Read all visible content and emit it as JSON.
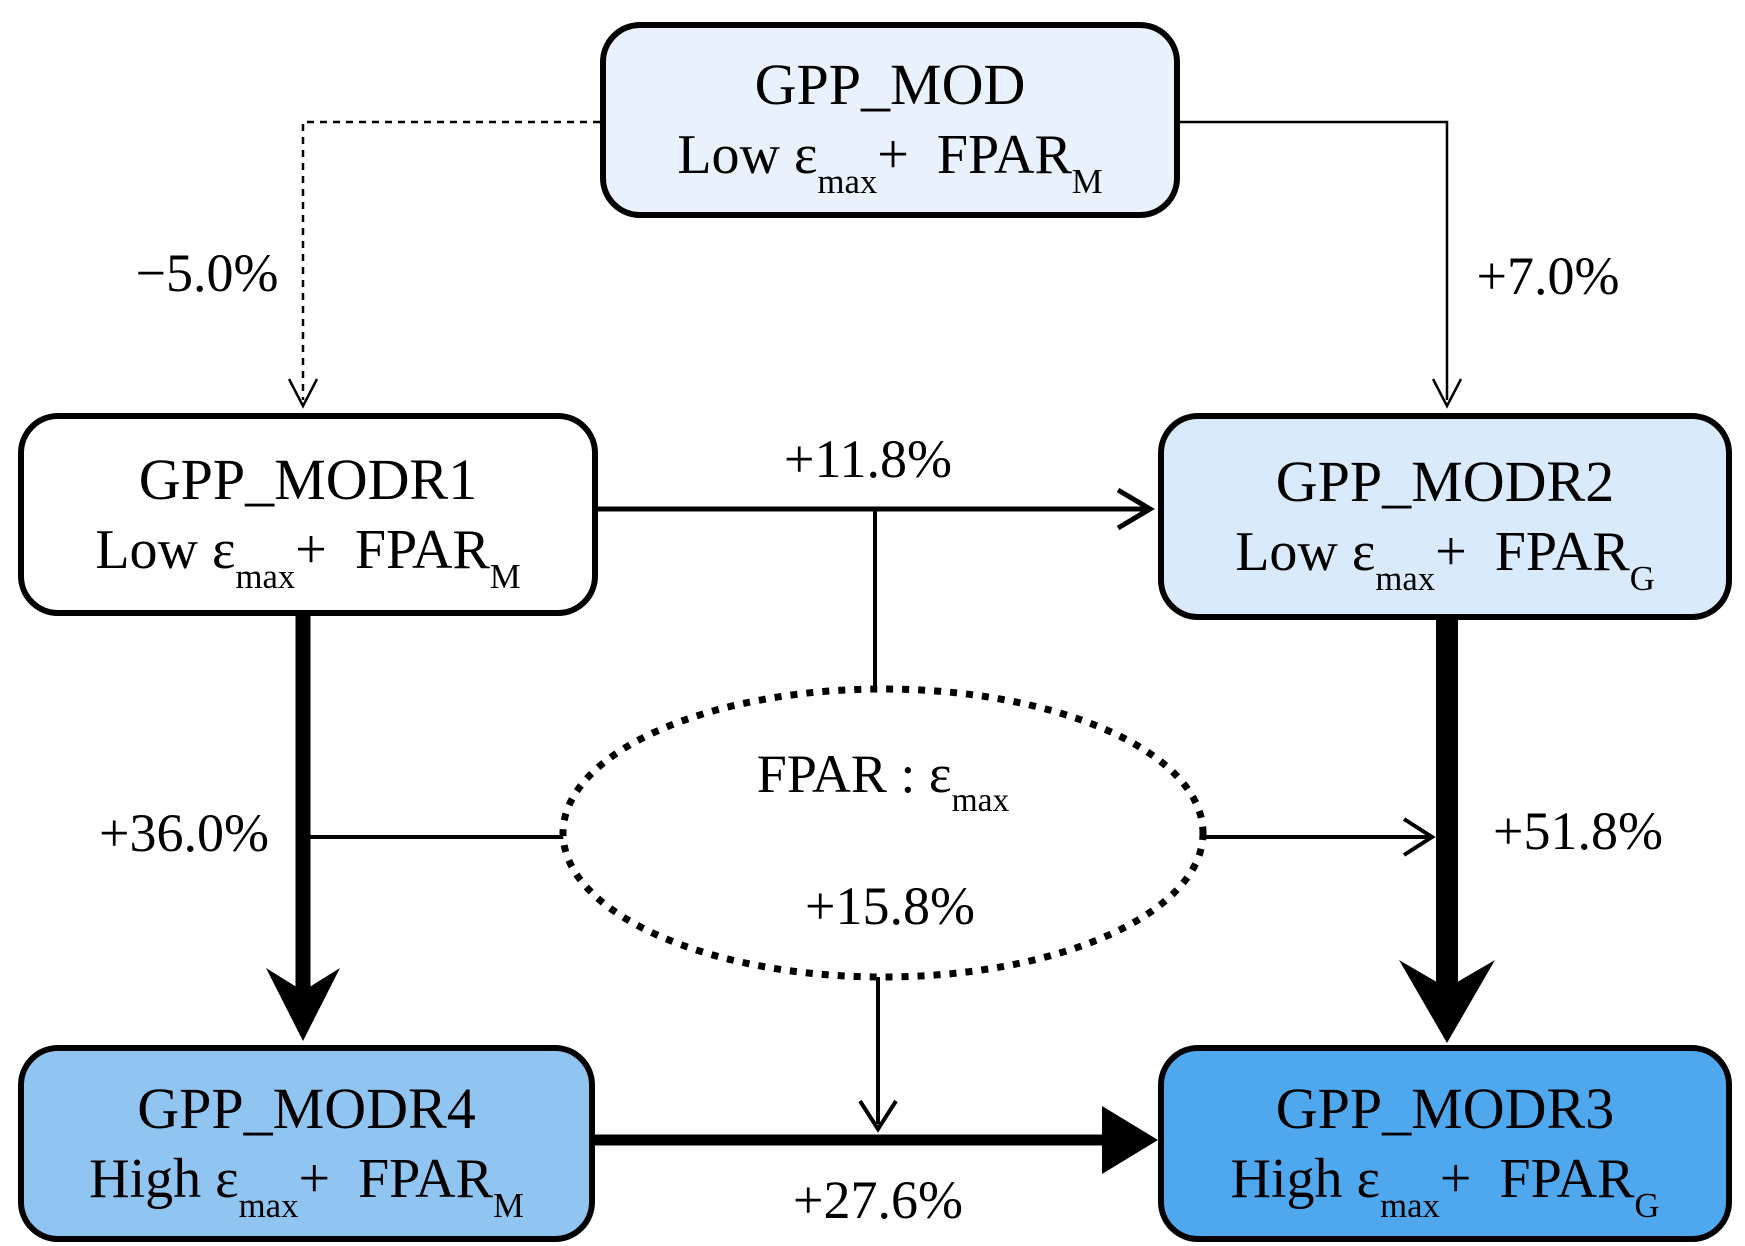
{
  "diagram": {
    "background": "#ffffff",
    "stroke_color": "#000000",
    "nodes": [
      {
        "id": "gpp-mod",
        "title": "GPP_MOD",
        "formula_pre": "Low ε",
        "formula_sub1": "max",
        "formula_mid": "+  FPAR",
        "formula_sub2": "M",
        "fill": "#e9f1fc"
      },
      {
        "id": "gpp-modr1",
        "title": "GPP_MODR1",
        "formula_pre": "Low ε",
        "formula_sub1": "max",
        "formula_mid": "+  FPAR",
        "formula_sub2": "M",
        "fill": "#ffffff"
      },
      {
        "id": "gpp-modr2",
        "title": "GPP_MODR2",
        "formula_pre": "Low ε",
        "formula_sub1": "max",
        "formula_mid": "+  FPAR",
        "formula_sub2": "G",
        "fill": "#d9eafc"
      },
      {
        "id": "gpp-modr4",
        "title": "GPP_MODR4",
        "formula_pre": "High ε",
        "formula_sub1": "max",
        "formula_mid": "+  FPAR",
        "formula_sub2": "M",
        "fill": "#90c5f2"
      },
      {
        "id": "gpp-modr3",
        "title": "GPP_MODR3",
        "formula_pre": "High ε",
        "formula_sub1": "max",
        "formula_mid": "+  FPAR",
        "formula_sub2": "G",
        "fill": "#4fa8ee"
      }
    ],
    "edge_labels": {
      "mod_to_modr1": "−5.0%",
      "mod_to_modr2": "+7.0%",
      "modr1_to_modr2": "+11.8%",
      "modr1_to_modr4": "+36.0%",
      "modr2_to_modr3": "+51.8%",
      "modr4_to_modr3": "+27.6%"
    },
    "ellipse": {
      "label_pre": "FPAR : ε",
      "label_sub": "max",
      "value": "+15.8%"
    }
  }
}
